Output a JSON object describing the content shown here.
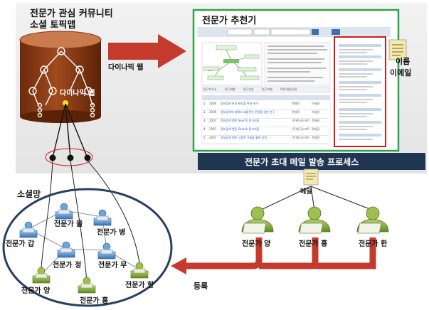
{
  "top_left_title_line1": "전문가 관심 커뮤니티",
  "top_left_title_line2": "소셜 토픽맵",
  "dynamic_web_label": "다이나믹 웹",
  "db_label": "다이나믹 웹",
  "recommender_title": "전문가 추천기",
  "mail_process_label": "전문가 초대 메일 발송 프로세스",
  "name_email_label_1": "이름",
  "name_email_label_2": "이메일",
  "mail_label": "메일",
  "social_network_label": "소셜망",
  "register_label": "등록",
  "network_experts": {
    "gap": "전문가 갑",
    "eul": "전문가 을",
    "byeong": "전문가 병",
    "jeong": "전문가 정",
    "mu": "전문가 무",
    "yang": "전문가 양",
    "hong": "전문가 홍",
    "han": "전문가 한"
  },
  "invited_experts": [
    "전문가 양",
    "전문가 홍",
    "전문가 한"
  ],
  "screenshot_tabs": [
    "연구보고서",
    "연구개발",
    "연구논문",
    "연구과제",
    "특허/실용신안"
  ],
  "screenshot_rows": [
    [
      "1",
      "2006",
      "정보검색 관리 제도를 위한 연구",
      "전재욱",
      "이재권"
    ],
    [
      "2",
      "2006",
      "정보검색에 의해서 효율적인 운용을 위한 연구",
      "전재욱",
      "이재권"
    ],
    [
      "3",
      "2007",
      "정보검색 엔진 Search 알고리즘",
      "(주)한국소프트",
      "전재권"
    ],
    [
      "4",
      "2007",
      "정보검색 엔진 Search 알고리즘",
      "(주)한국소프트",
      "전재권"
    ],
    [
      "5",
      "2007",
      "정보검색 엔진 고정된 기술을 활용 방안",
      "(주)한국소프트",
      "전재권"
    ]
  ],
  "colors": {
    "db_body": "#8a3a12",
    "db_top": "#c97a4e",
    "arrow_red": "#c43a2c",
    "panel_green": "#2ea34a",
    "banner_navy": "#1f3552",
    "highlight_red": "#d11c1c",
    "network_ellipse": "#2a3f63",
    "person_green": "#7aa23a",
    "person_blue": "#4c86c8"
  }
}
